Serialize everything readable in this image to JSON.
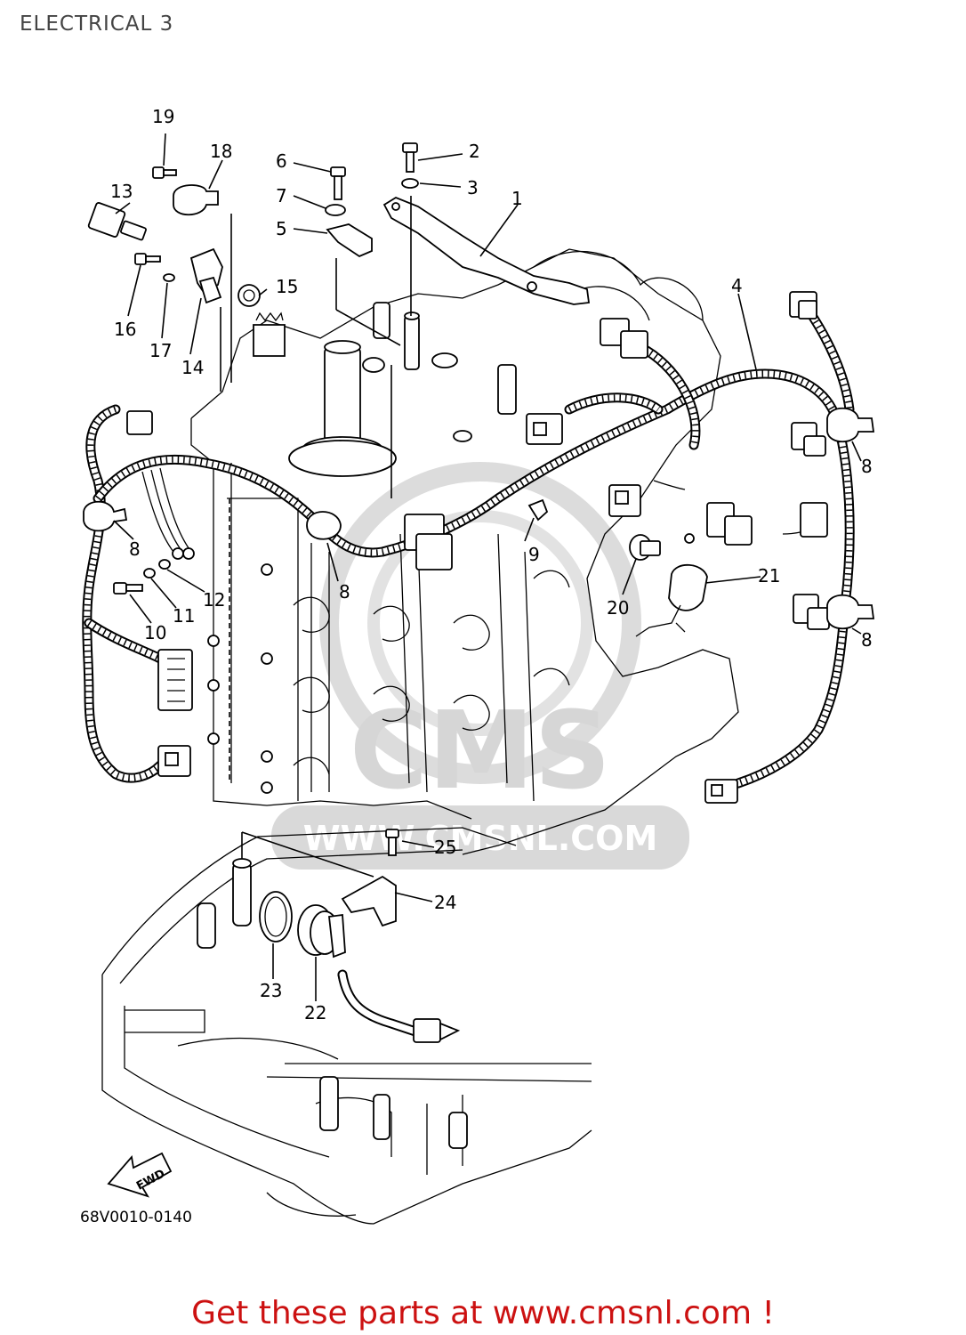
{
  "title": "ELECTRICAL 3",
  "watermark": {
    "brand": "CMS",
    "url": "WWW.CMSNL.COM"
  },
  "fwd_label": "FWD",
  "callouts": [
    "1",
    "2",
    "3",
    "4",
    "5",
    "6",
    "7",
    "8",
    "8",
    "8",
    "8",
    "9",
    "10",
    "11",
    "12",
    "13",
    "14",
    "15",
    "16",
    "17",
    "18",
    "19",
    "20",
    "21",
    "22",
    "23",
    "24",
    "25"
  ],
  "diagram_code": "68V0010-0140",
  "footer": "Get these parts at www.cmsnl.com !",
  "colors": {
    "line_art": "#000000",
    "watermark": "#d6d6d6",
    "footer_text": "#cc1111",
    "title_text": "#444444"
  }
}
